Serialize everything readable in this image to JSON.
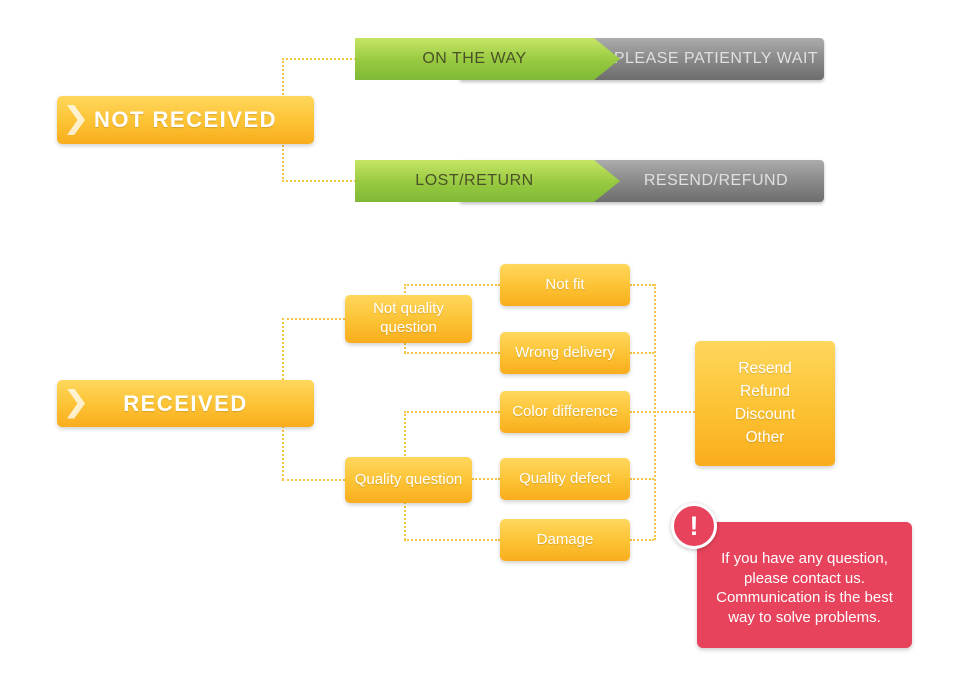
{
  "colors": {
    "yellow": "#F9AD1D",
    "yellow_light": "#FFD75D",
    "green": "#8FC640",
    "gray": "#8D8D8D",
    "red": "#E8435C",
    "connector_dotted": "#F6C544",
    "green_bar_text": "#4A5227",
    "gray_bar_text": "#E0E0E0",
    "box_text": "#FFFFFF"
  },
  "not_received": {
    "label": "NOT RECEIVED",
    "branches": [
      {
        "condition": "ON THE WAY",
        "action": "PLEASE PATIENTLY WAIT"
      },
      {
        "condition": "LOST/RETURN",
        "action": "RESEND/REFUND"
      }
    ]
  },
  "received": {
    "label": "RECEIVED",
    "categories": [
      {
        "label": "Not quality question",
        "items": [
          "Not fit",
          "Wrong delivery"
        ]
      },
      {
        "label": "Quality question",
        "items": [
          "Color difference",
          "Quality defect",
          "Damage"
        ]
      }
    ],
    "outcomes": [
      "Resend",
      "Refund",
      "Discount",
      "Other"
    ],
    "notice": {
      "icon": "!",
      "lines": [
        "If you have any question,",
        "please contact us.",
        "Communication is the best",
        "way to solve problems."
      ]
    }
  }
}
